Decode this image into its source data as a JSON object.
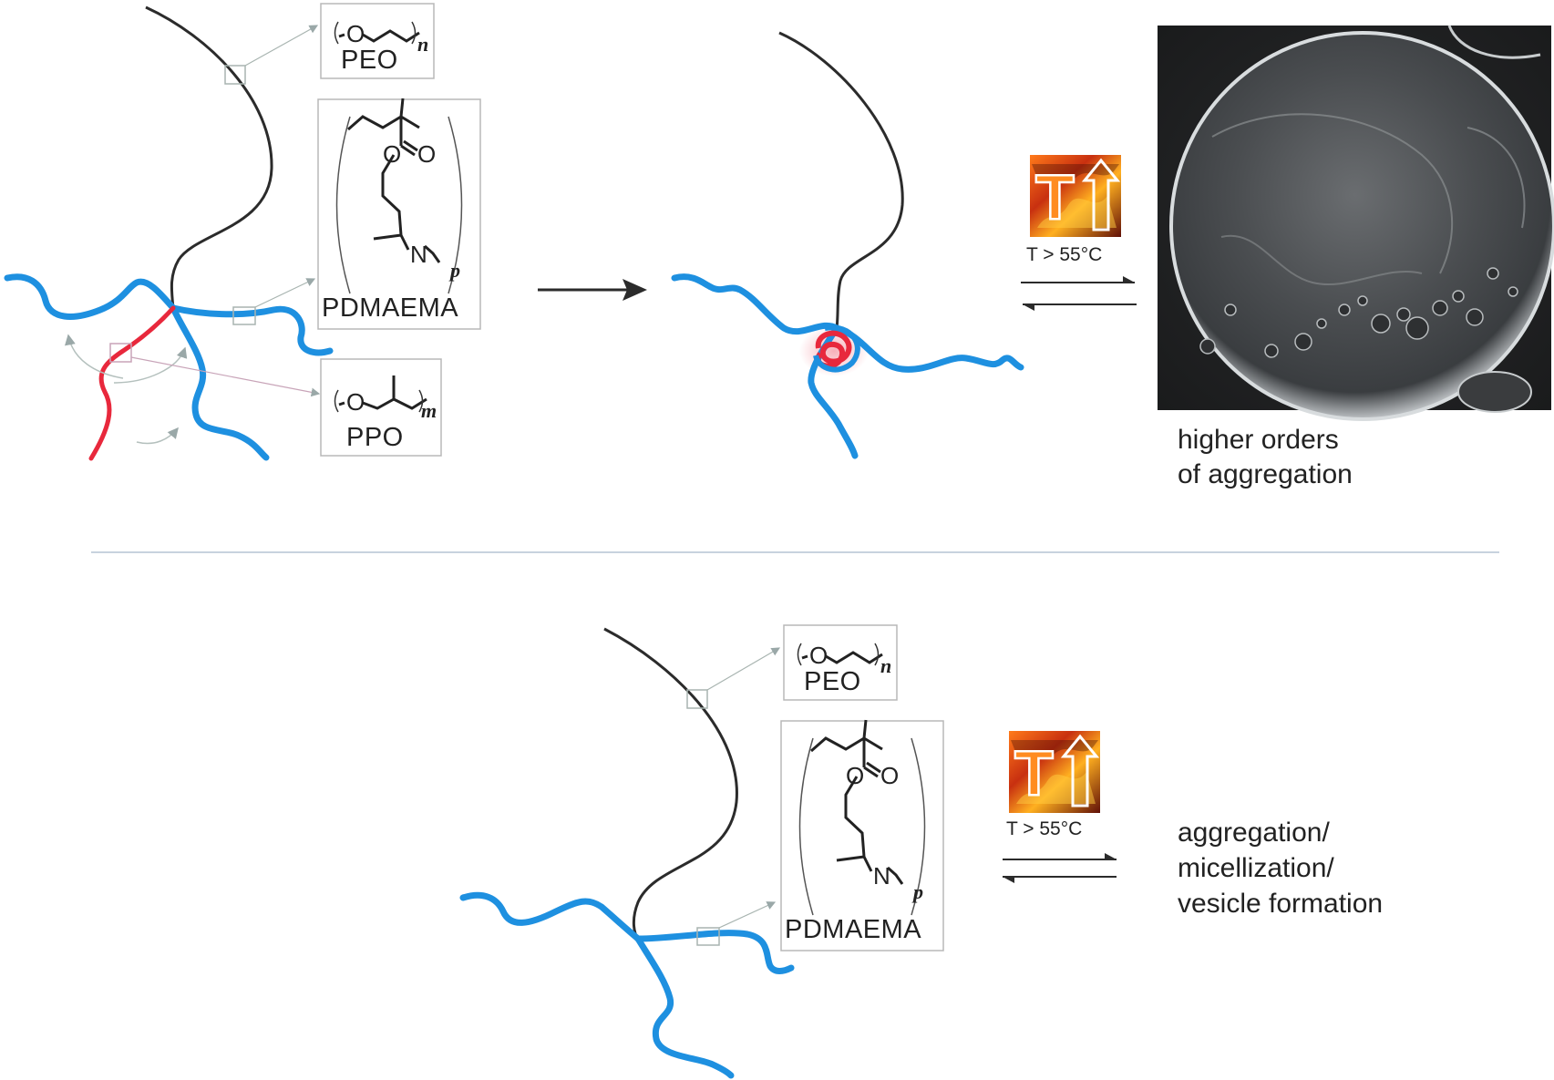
{
  "colors": {
    "peo_chain": "#2b2b2b",
    "pdmaema_chain": "#1e90e0",
    "ppo_chain": "#e8283c",
    "box_border": "#b8b8b8",
    "divider": "#c8d3de"
  },
  "top_scheme": {
    "peo_box": {
      "repeat_atom": "O",
      "subscript": "n",
      "label": "PEO"
    },
    "pdmaema_box": {
      "atoms": [
        "O",
        "O",
        "N"
      ],
      "subscript": "p",
      "label": "PDMAEMA"
    },
    "ppo_box": {
      "repeat_atom": "O",
      "subscript": "m",
      "label": "PPO"
    },
    "heat_icon": {
      "icon": "temperature-increase-icon",
      "glyph": "T"
    },
    "condition": "T > 55°C",
    "micrograph": {
      "icon": "vesicle-micrograph"
    },
    "result": [
      "higher orders",
      "of aggregation"
    ]
  },
  "bottom_scheme": {
    "peo_box": {
      "repeat_atom": "O",
      "subscript": "n",
      "label": "PEO"
    },
    "pdmaema_box": {
      "atoms": [
        "O",
        "O",
        "N"
      ],
      "subscript": "p",
      "label": "PDMAEMA"
    },
    "heat_icon": {
      "icon": "temperature-increase-icon",
      "glyph": "T"
    },
    "condition": "T > 55°C",
    "result": [
      "aggregation/",
      "micellization/",
      "vesicle formation"
    ]
  }
}
